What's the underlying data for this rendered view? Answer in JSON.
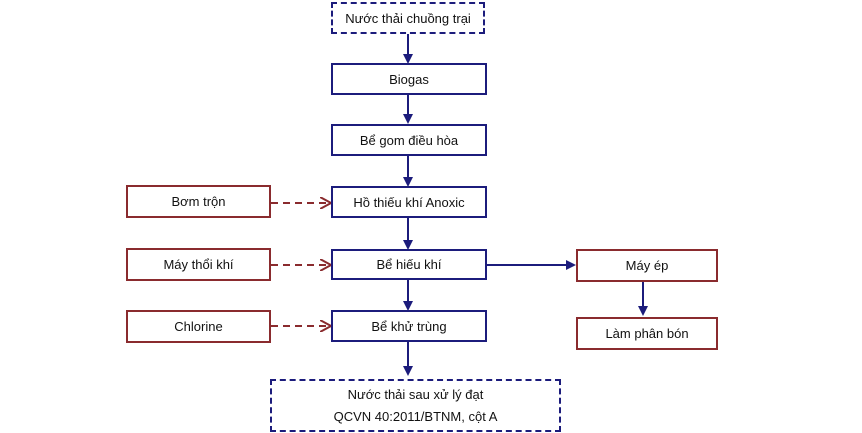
{
  "nodes": {
    "input": "Nước thải chuồng trại",
    "biogas": "Biogas",
    "equalization": "Bể gom điều hòa",
    "anoxic": "Hồ thiếu khí Anoxic",
    "aerobic": "Bể hiếu khí",
    "disinfection": "Bể khử trùng",
    "output_line1": "Nước thải sau xử lý đạt",
    "output_line2": "QCVN 40:2011/BTNM, cột A",
    "mixer_pump": "Bơm trộn",
    "air_blower": "Máy thổi khí",
    "chlorine": "Chlorine",
    "press": "Máy ép",
    "fertilizer": "Làm phân bón"
  },
  "colors": {
    "main_flow": "#1c1c7c",
    "auxiliary": "#8a2b2e"
  }
}
